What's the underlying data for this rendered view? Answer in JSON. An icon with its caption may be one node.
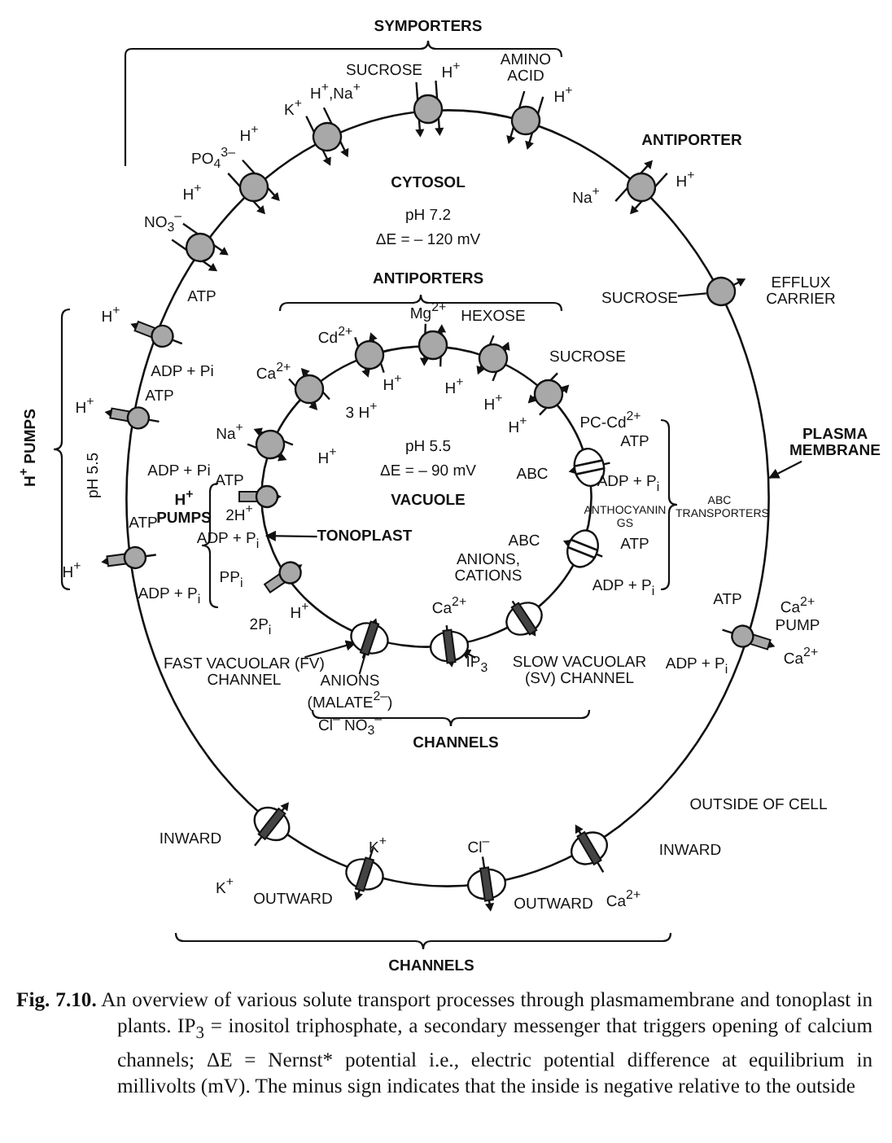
{
  "diagram": {
    "caption": "**Fig. 7.10.** An overview of various solute transport processes through plasmamembrane and tonoplast in plants. IP$_{3}$ = inositol triphosphate, a secondary messenger that triggers opening of calcium channels; ΔE = Nernst* potential i.e., electric potential difference at equilibrium in millivolts (mV). The minus sign indicates that the inside is negative relative to the outside",
    "nodes": [
      {
        "text": [
          "CYTOSOL",
          "pH 7.2",
          "ΔE = – 120 mV"
        ]
      },
      {
        "text": [
          "pH 5.5",
          "ΔE = – 90 mV",
          "VACUOLE"
        ],
        "in": 0
      },
      {
        "text": [],
        "shape": "circle",
        "beside": [
          "NO$_{3}$$^{–}$",
          "H$^{+}$"
        ]
      },
      {
        "text": [],
        "shape": "circle",
        "beside": [
          "PO$_{4}$$^{3–}$",
          "H$^{+}$"
        ]
      },
      {
        "text": [],
        "shape": "circle",
        "beside": [
          "K$^{+}$",
          "H$^{+}$,Na$^{+}$"
        ]
      },
      {
        "text": [],
        "shape": "circle",
        "beside": [
          "SUCROSE",
          "H$^{+}$"
        ]
      },
      {
        "text": [],
        "shape": "circle",
        "beside": [
          "AMINO ACID",
          "H$^{+}$"
        ]
      },
      {
        "text": [],
        "shape": "circle",
        "beside": [
          "Na$^{+}$",
          "H$^{+}$"
        ]
      },
      {
        "text": [],
        "shape": "circle",
        "beside": [
          "EFFLUX CARRIER"
        ]
      },
      {
        "text": [
          "SUCROSE"
        ],
        "in": 0
      },
      {
        "text": [],
        "shape": "lollipop",
        "beside": [
          "H$^{+}$",
          "ATP",
          "ADP + Pi"
        ]
      },
      {
        "text": [],
        "shape": "lollipop",
        "beside": [
          "H$^{+}$",
          "ATP",
          "ADP + Pi"
        ]
      },
      {
        "text": [],
        "shape": "lollipop",
        "beside": [
          "ATP",
          "H$^{+}$",
          "ADP + P$_{i}$"
        ]
      },
      {
        "text": [],
        "shape": "lollipop",
        "beside": [
          "ATP",
          "Ca$^{2+}$ PUMP",
          "ADP + P$_{i}$",
          "Ca$^{2+}$"
        ]
      },
      {
        "text": [
          "PLASMA MEMBRANE"
        ]
      },
      {
        "text": [],
        "shape": "circle",
        "in": 0,
        "beside": [
          "Na$^{+}$",
          "H$^{+}$"
        ]
      },
      {
        "text": [],
        "shape": "circle",
        "in": 0,
        "beside": [
          "Ca$^{2+}$",
          "3 H$^{+}$"
        ]
      },
      {
        "text": [],
        "shape": "circle",
        "in": 0,
        "beside": [
          "Cd$^{2+}$",
          "H$^{+}$"
        ]
      },
      {
        "text": [],
        "shape": "circle",
        "in": 0,
        "beside": [
          "Mg$^{2+}$",
          "H$^{+}$"
        ]
      },
      {
        "text": [],
        "shape": "circle",
        "in": 0,
        "beside": [
          "HEXOSE",
          "H$^{+}$"
        ]
      },
      {
        "text": [],
        "shape": "circle",
        "in": 0,
        "beside": [
          "SUCROSE",
          "H$^{+}$"
        ]
      },
      {
        "text": [],
        "shape": "ellipse",
        "in": 0,
        "beside": [
          "ABC",
          "PC-Cd$^{2+}$",
          "ATP",
          "ADP + P$_{i}$"
        ]
      },
      {
        "text": [],
        "shape": "ellipse",
        "in": 0,
        "beside": [
          "ABC",
          "ANTHOCYANIN GS",
          "ATP",
          "ADP + P$_{i}$"
        ]
      },
      {
        "text": [],
        "shape": "lollipop",
        "in": 0,
        "beside": [
          "ATP",
          "2H$^{+}$",
          "ADP + P$_{i}$"
        ]
      },
      {
        "text": [],
        "shape": "lollipop",
        "in": 0,
        "beside": [
          "PP$_{i}$",
          "2P$_{i}$",
          "H$^{+}$"
        ]
      },
      {
        "text": [
          "TONOPLAST"
        ],
        "in": 1
      },
      {
        "text": [],
        "shape": "ellipse",
        "in": 0,
        "beside": [
          "ANIONS, CATIONS"
        ]
      },
      {
        "text": [],
        "shape": "ellipse",
        "in": 0,
        "beside": [
          "Ca$^{2+}$",
          "IP$_{3}$"
        ]
      },
      {
        "text": [],
        "shape": "ellipse",
        "in": 0
      },
      {
        "text": [
          "FAST VACUOLAR (FV) CHANNEL"
        ],
        "in": 0
      },
      {
        "text": [
          "ANIONS (MALATE$^{2–}$) Cl$^{–}$ NO$_{3}$$^{–}$"
        ],
        "in": 0
      },
      {
        "text": [],
        "shape": "ellipse",
        "beside": [
          "INWARD",
          "K$^{+}$"
        ]
      },
      {
        "text": [],
        "shape": "ellipse",
        "beside": [
          "K$^{+}$",
          "OUTWARD"
        ]
      },
      {
        "text": [],
        "shape": "ellipse",
        "beside": [
          "Cl$^{–}$",
          "OUTWARD"
        ]
      },
      {
        "text": [],
        "shape": "ellipse",
        "beside": [
          "INWARD",
          "Ca$^{2+}$"
        ]
      }
    ],
    "edges": [
      {
        "from": 9,
        "to": 8,
        "arrow": "none"
      },
      {
        "from": 14,
        "to": 0,
        "arrow": "to"
      },
      {
        "from": 25,
        "to": 1,
        "arrow": "to"
      },
      {
        "from": 29,
        "to": 28,
        "arrow": "to"
      },
      {
        "from": 30,
        "to": 28,
        "arrow": "none"
      }
    ],
    "labels": [
      "SYMPORTERS",
      "ANTIPORTER",
      "ANTIPORTERS",
      "H$^{+}$ PUMPS",
      "pH 5.5",
      "H$^{+}$ PUMPS",
      "ABC TRANSPORTERS",
      "CHANNELS",
      "OUTSIDE OF CELL",
      "CHANNELS",
      "SLOW VACUOLAR (SV) CHANNEL"
    ]
  }
}
